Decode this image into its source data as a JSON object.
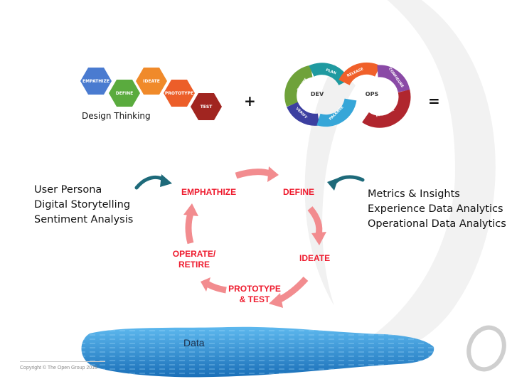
{
  "design_thinking": {
    "caption": "Design Thinking",
    "steps": [
      {
        "label": "EMPATHIZE",
        "color": "#4a7bd0"
      },
      {
        "label": "DEFINE",
        "color": "#5aab3e"
      },
      {
        "label": "IDEATE",
        "color": "#f08a2a"
      },
      {
        "label": "PROTOTYPE",
        "color": "#ec5e29"
      },
      {
        "label": "TEST",
        "color": "#a12520"
      }
    ]
  },
  "operators": {
    "plus": "+",
    "equals": "="
  },
  "devops": {
    "dev_label": "DEV",
    "ops_label": "OPS",
    "segments": [
      {
        "label": "CREATE",
        "color": "#6fa23a"
      },
      {
        "label": "PLAN",
        "color": "#1f9aa0"
      },
      {
        "label": "RELEASE",
        "color": "#f0602a"
      },
      {
        "label": "CONFIGURE",
        "color": "#8a4aa6"
      },
      {
        "label": "MONITOR",
        "color": "#b0262e"
      },
      {
        "label": "PACKAGE",
        "color": "#36a6d8"
      },
      {
        "label": "VERIFY",
        "color": "#3c3fa0"
      }
    ]
  },
  "cycle": {
    "arrow_color": "#f28c8f",
    "stages": {
      "emphathize": "EMPHATHIZE",
      "define": "DEFINE",
      "ideate": "IDEATE",
      "prototype_line1": "PROTOTYPE",
      "prototype_line2": "& TEST",
      "operate_line1": "OPERATE/",
      "operate_line2": "RETIRE"
    }
  },
  "left_inputs": [
    "User Persona",
    "Digital Storytelling",
    "Sentiment Analysis"
  ],
  "right_inputs": [
    "Metrics & Insights",
    "Experience Data Analytics",
    "Operational Data Analytics"
  ],
  "feed_arrow_color": "#1e6a7a",
  "data_pool": {
    "label": "Data",
    "color": "#2c8fd6"
  },
  "footer": {
    "copyright": "Copyright © The Open Group 2016"
  }
}
